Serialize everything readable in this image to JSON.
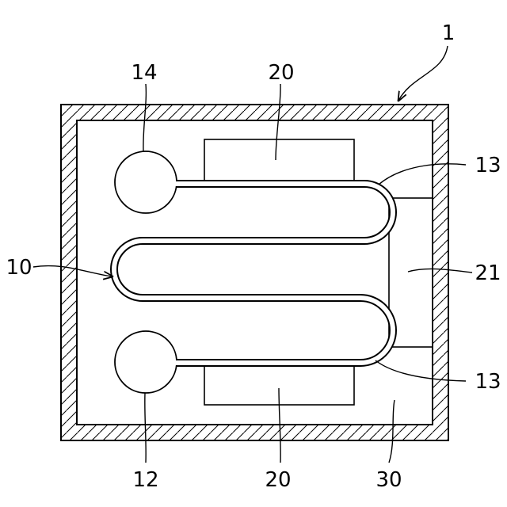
{
  "labels": {
    "device": "1",
    "inlet_top": "14",
    "electrode_top": "20",
    "electrode_bottom": "20",
    "bend_top": "13",
    "bend_bottom": "13",
    "channel": "10",
    "electrode_right": "21",
    "inlet_bottom": "12",
    "substrate": "30"
  }
}
